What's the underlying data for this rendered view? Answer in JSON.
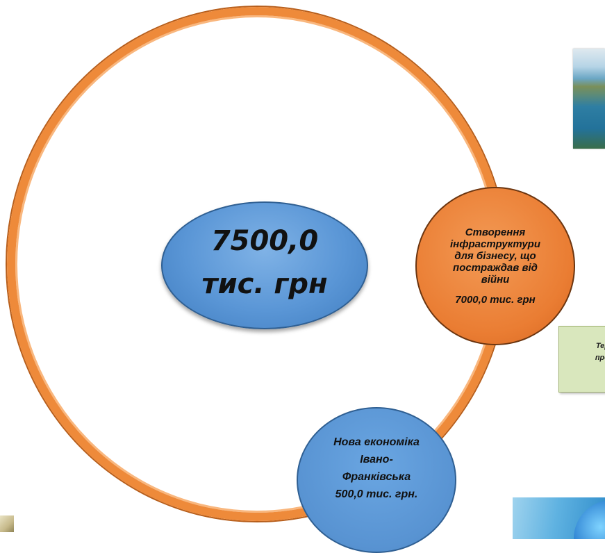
{
  "total": {
    "line1": "7500,0",
    "line2": "тис. грн"
  },
  "orange_node": {
    "title": "Створення інфраструктури для бізнесу, що постраждав від війни",
    "amount": "7000,0 тис. грн"
  },
  "blue_node": {
    "lines": [
      "Нова економіка",
      "Івано-",
      "Франківська",
      "500,0  тис. грн."
    ]
  },
  "side_box": {
    "line1": "Тер",
    "line2": "про"
  },
  "colors": {
    "ring": "#ee8a3a",
    "center": "#5a96d6",
    "orange_node": "#ea7d33",
    "blue_node": "#5893d2",
    "side_box": "#d9e7bd"
  }
}
